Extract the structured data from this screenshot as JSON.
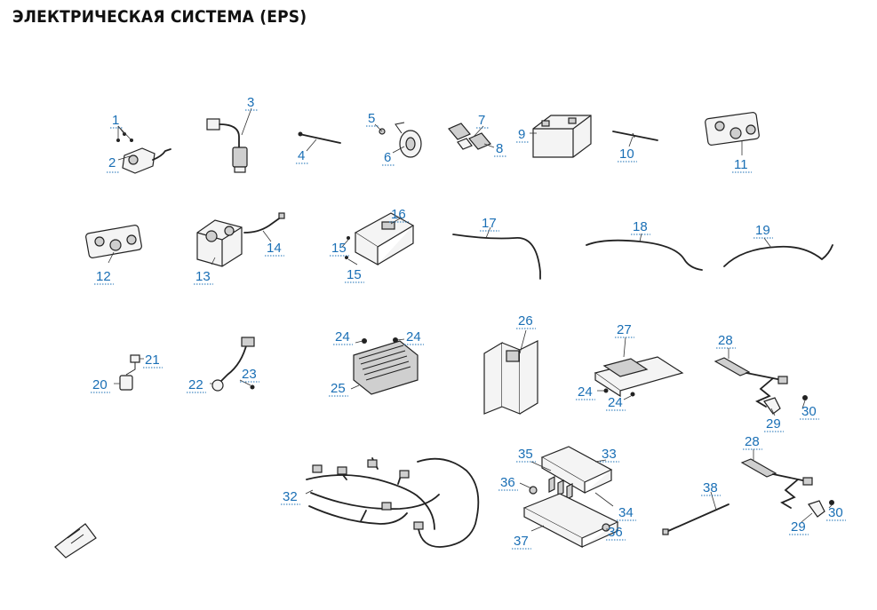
{
  "title": "ЭЛЕКТРИЧЕСКАЯ СИСТЕМА (EPS)",
  "callouts": {
    "c1": "1",
    "c2": "2",
    "c3": "3",
    "c4": "4",
    "c5": "5",
    "c6": "6",
    "c7": "7",
    "c8": "8",
    "c9": "9",
    "c10": "10",
    "c11": "11",
    "c12": "12",
    "c13": "13",
    "c14": "14",
    "c15a": "15",
    "c15b": "15",
    "c16": "16",
    "c17": "17",
    "c18": "18",
    "c19": "19",
    "c20": "20",
    "c21": "21",
    "c22": "22",
    "c23": "23",
    "c24a": "24",
    "c24b": "24",
    "c24c": "24",
    "c24d": "24",
    "c25": "25",
    "c26": "26",
    "c27": "27",
    "c28a": "28",
    "c28b": "28",
    "c29a": "29",
    "c29b": "29",
    "c30a": "30",
    "c30b": "30",
    "c32": "32",
    "c33": "33",
    "c34": "34",
    "c35": "35",
    "c36a": "36",
    "c36b": "36",
    "c37": "37",
    "c38": "38"
  }
}
